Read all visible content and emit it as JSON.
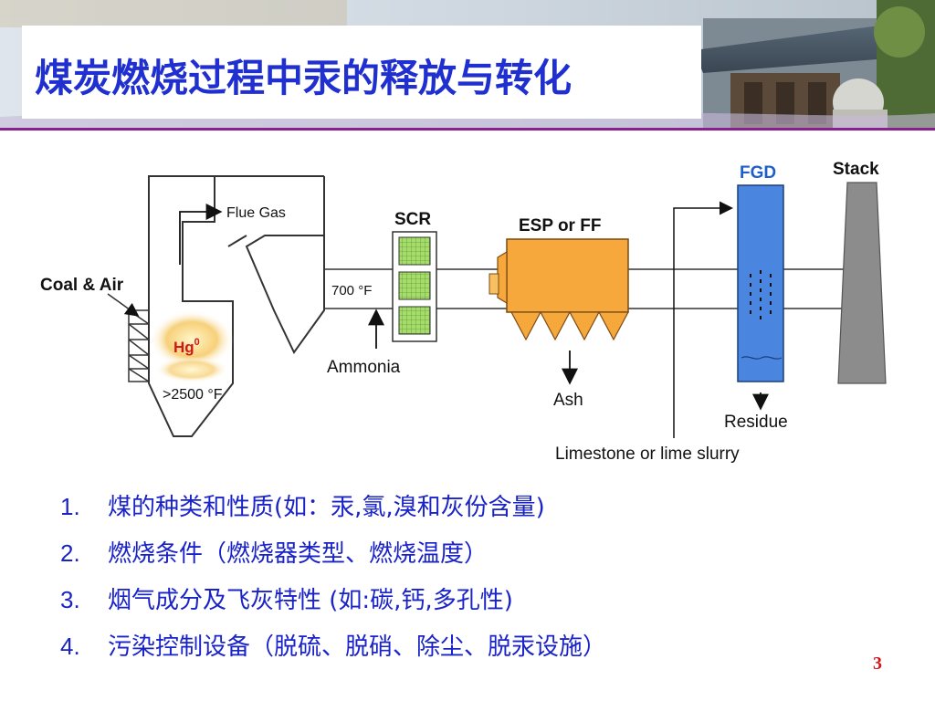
{
  "slide": {
    "title": "煤炭燃烧过程中汞的释放与转化",
    "page_number": "3"
  },
  "diagram": {
    "labels": {
      "flue_gas": "Flue Gas",
      "coal_air": "Coal & Air",
      "hg": "Hg",
      "hg_superscript": "0",
      "furnace_temp": ">2500 °F",
      "scr_temp": "700 °F",
      "ammonia": "Ammonia",
      "scr": "SCR",
      "esp": "ESP or FF",
      "ash": "Ash",
      "fgd": "FGD",
      "stack": "Stack",
      "residue": "Residue",
      "limestone": "Limestone or lime slurry"
    },
    "colors": {
      "scr_fill": "#9fd86a",
      "esp_fill": "#f7a637",
      "fgd_fill": "#4a86e0",
      "stack_fill": "#8c8c8c",
      "fgd_label": "#1e5ec8",
      "hg_label": "#d01818"
    }
  },
  "factors": [
    {
      "num": "1.",
      "text": "煤的种类和性质(如：汞,氯,溴和灰份含量)"
    },
    {
      "num": "2.",
      "text": "燃烧条件（燃烧器类型、燃烧温度）"
    },
    {
      "num": "3.",
      "text": "烟气成分及飞灰特性 (如:碳,钙,多孔性)"
    },
    {
      "num": "4.",
      "text": "污染控制设备（脱硫、脱硝、除尘、脱汞设施）"
    }
  ]
}
